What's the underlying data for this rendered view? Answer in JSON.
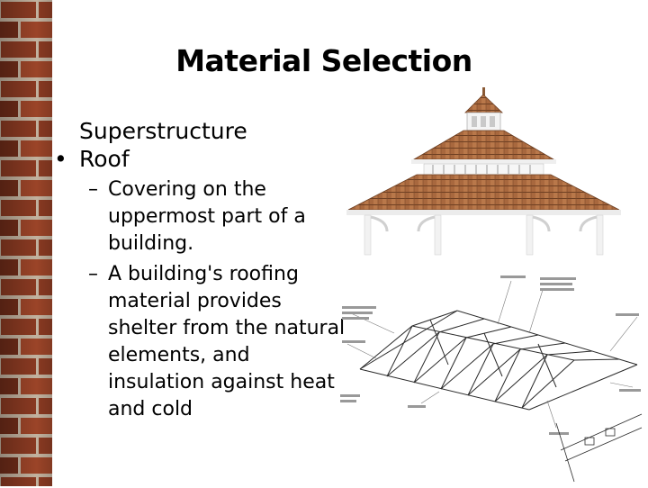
{
  "slide": {
    "title": "Material Selection",
    "heading": "Superstructure",
    "bullet_symbol": "•",
    "bullet": "Roof",
    "dash_symbol": "–",
    "subpoints": [
      "Covering on the uppermost part of a building.",
      "A building's roofing material provides shelter from the natural elements, and insulation against heat and cold"
    ]
  },
  "images": {
    "gazebo": "gazebo-roof-photo",
    "truss": "roof-truss-framing-diagram"
  },
  "colors": {
    "brick": "#8a3a22",
    "mortar": "#c9b8a6",
    "shingle": "#a8683e",
    "trim": "#f2f2f2"
  }
}
